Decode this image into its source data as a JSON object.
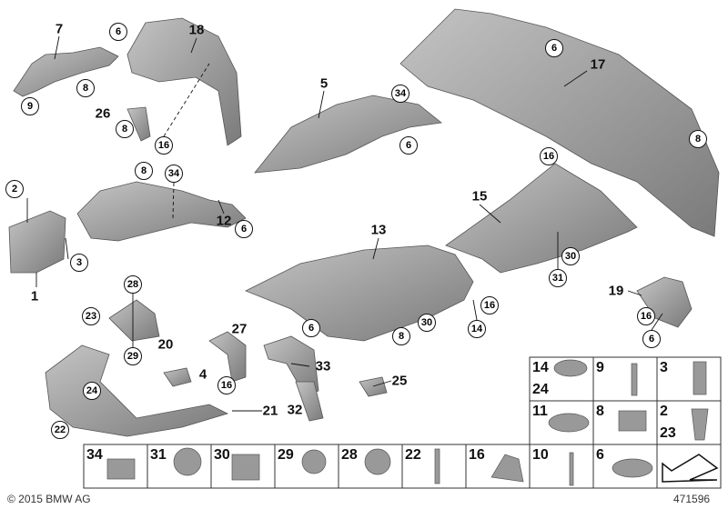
{
  "copyright": "© 2015 BMW AG",
  "diagram_number": "471596",
  "plain_labels": [
    "7",
    "18",
    "5",
    "17",
    "26",
    "15",
    "13",
    "12",
    "1",
    "19",
    "27",
    "20",
    "4",
    "33",
    "25",
    "21",
    "32"
  ],
  "circled_labels": [
    "6",
    "8",
    "9",
    "16",
    "8",
    "34",
    "6",
    "6",
    "8",
    "16",
    "8",
    "34",
    "2",
    "3",
    "6",
    "30",
    "31",
    "16",
    "14",
    "30",
    "8",
    "6",
    "28",
    "23",
    "29",
    "24",
    "22",
    "16",
    "16",
    "6"
  ],
  "parts_grid": {
    "bottom_row": [
      "34",
      "31",
      "30",
      "29",
      "28",
      "22",
      "16",
      "10",
      "6"
    ],
    "right_grid": [
      [
        "14",
        "24"
      ],
      [
        "9"
      ],
      [
        "3"
      ],
      [
        "11"
      ],
      [
        "8"
      ],
      [
        "2",
        "23"
      ]
    ]
  },
  "colors": {
    "part_fill": "#9a9a9a",
    "part_dark": "#6e6e6e",
    "grid_line": "#333333"
  }
}
